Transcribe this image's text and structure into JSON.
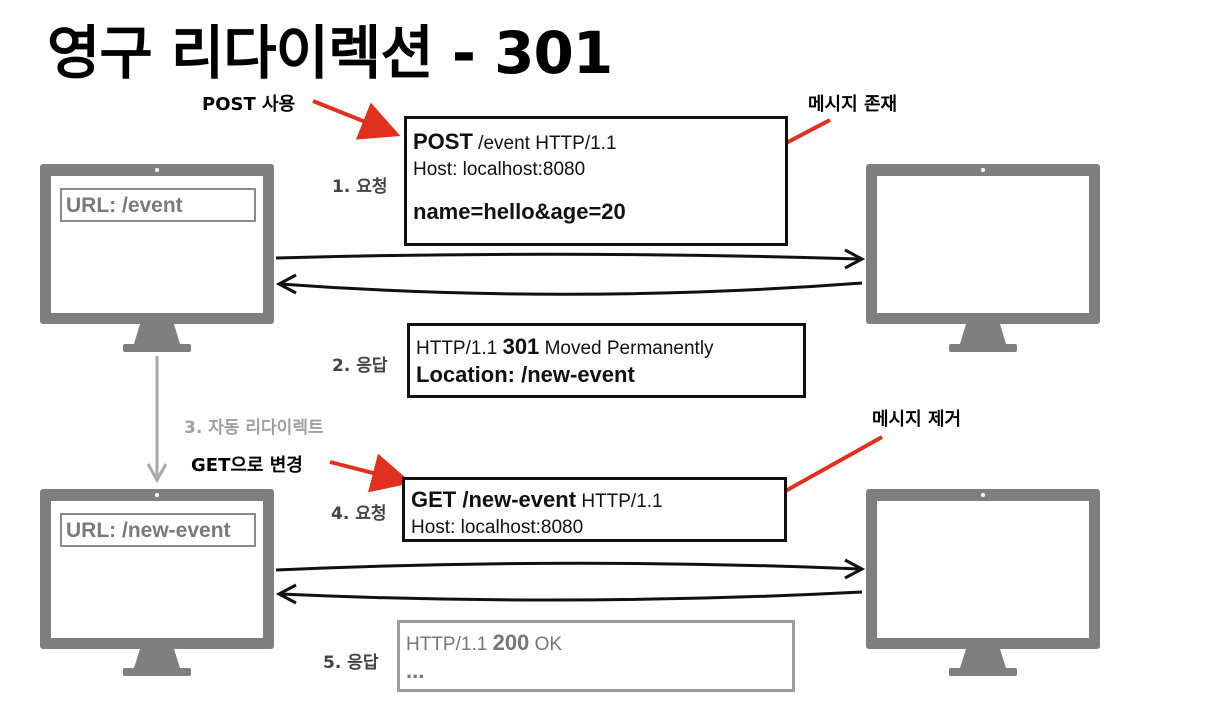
{
  "title": "영구 리다이렉션 - 301",
  "steps": {
    "step1": "1. 요청",
    "step2": "2. 응답",
    "step3": "3. 자동 리다이렉트",
    "step4": "4. 요청",
    "step5": "5. 응답"
  },
  "notes": {
    "post_use": "POST 사용",
    "message_exists": "메시지 존재",
    "message_removed": "메시지 제거",
    "change_to_get": "GET으로 변경"
  },
  "client_top": {
    "url": "URL: /event"
  },
  "client_bottom": {
    "url": "URL: /new-event"
  },
  "request1": {
    "method": "POST",
    "path": " /event HTTP/1.1",
    "host": "Host: localhost:8080",
    "body": "name=hello&age=20"
  },
  "response1": {
    "status_prefix": "HTTP/1.1 ",
    "status_code": "301",
    "status_text": " Moved Permanently",
    "location": "Location: /new-event"
  },
  "request2": {
    "method_path": "GET /new-event",
    "version": " HTTP/1.1",
    "host": "Host: localhost:8080"
  },
  "response2": {
    "status_prefix": "HTTP/1.1 ",
    "status_code": "200",
    "status_text": " OK",
    "ellipsis": "..."
  },
  "colors": {
    "monitor": "#7f7f7f",
    "arrow_red": "#e0301e",
    "arrow_black": "#111111",
    "arrow_grey": "#a8a8a8"
  }
}
